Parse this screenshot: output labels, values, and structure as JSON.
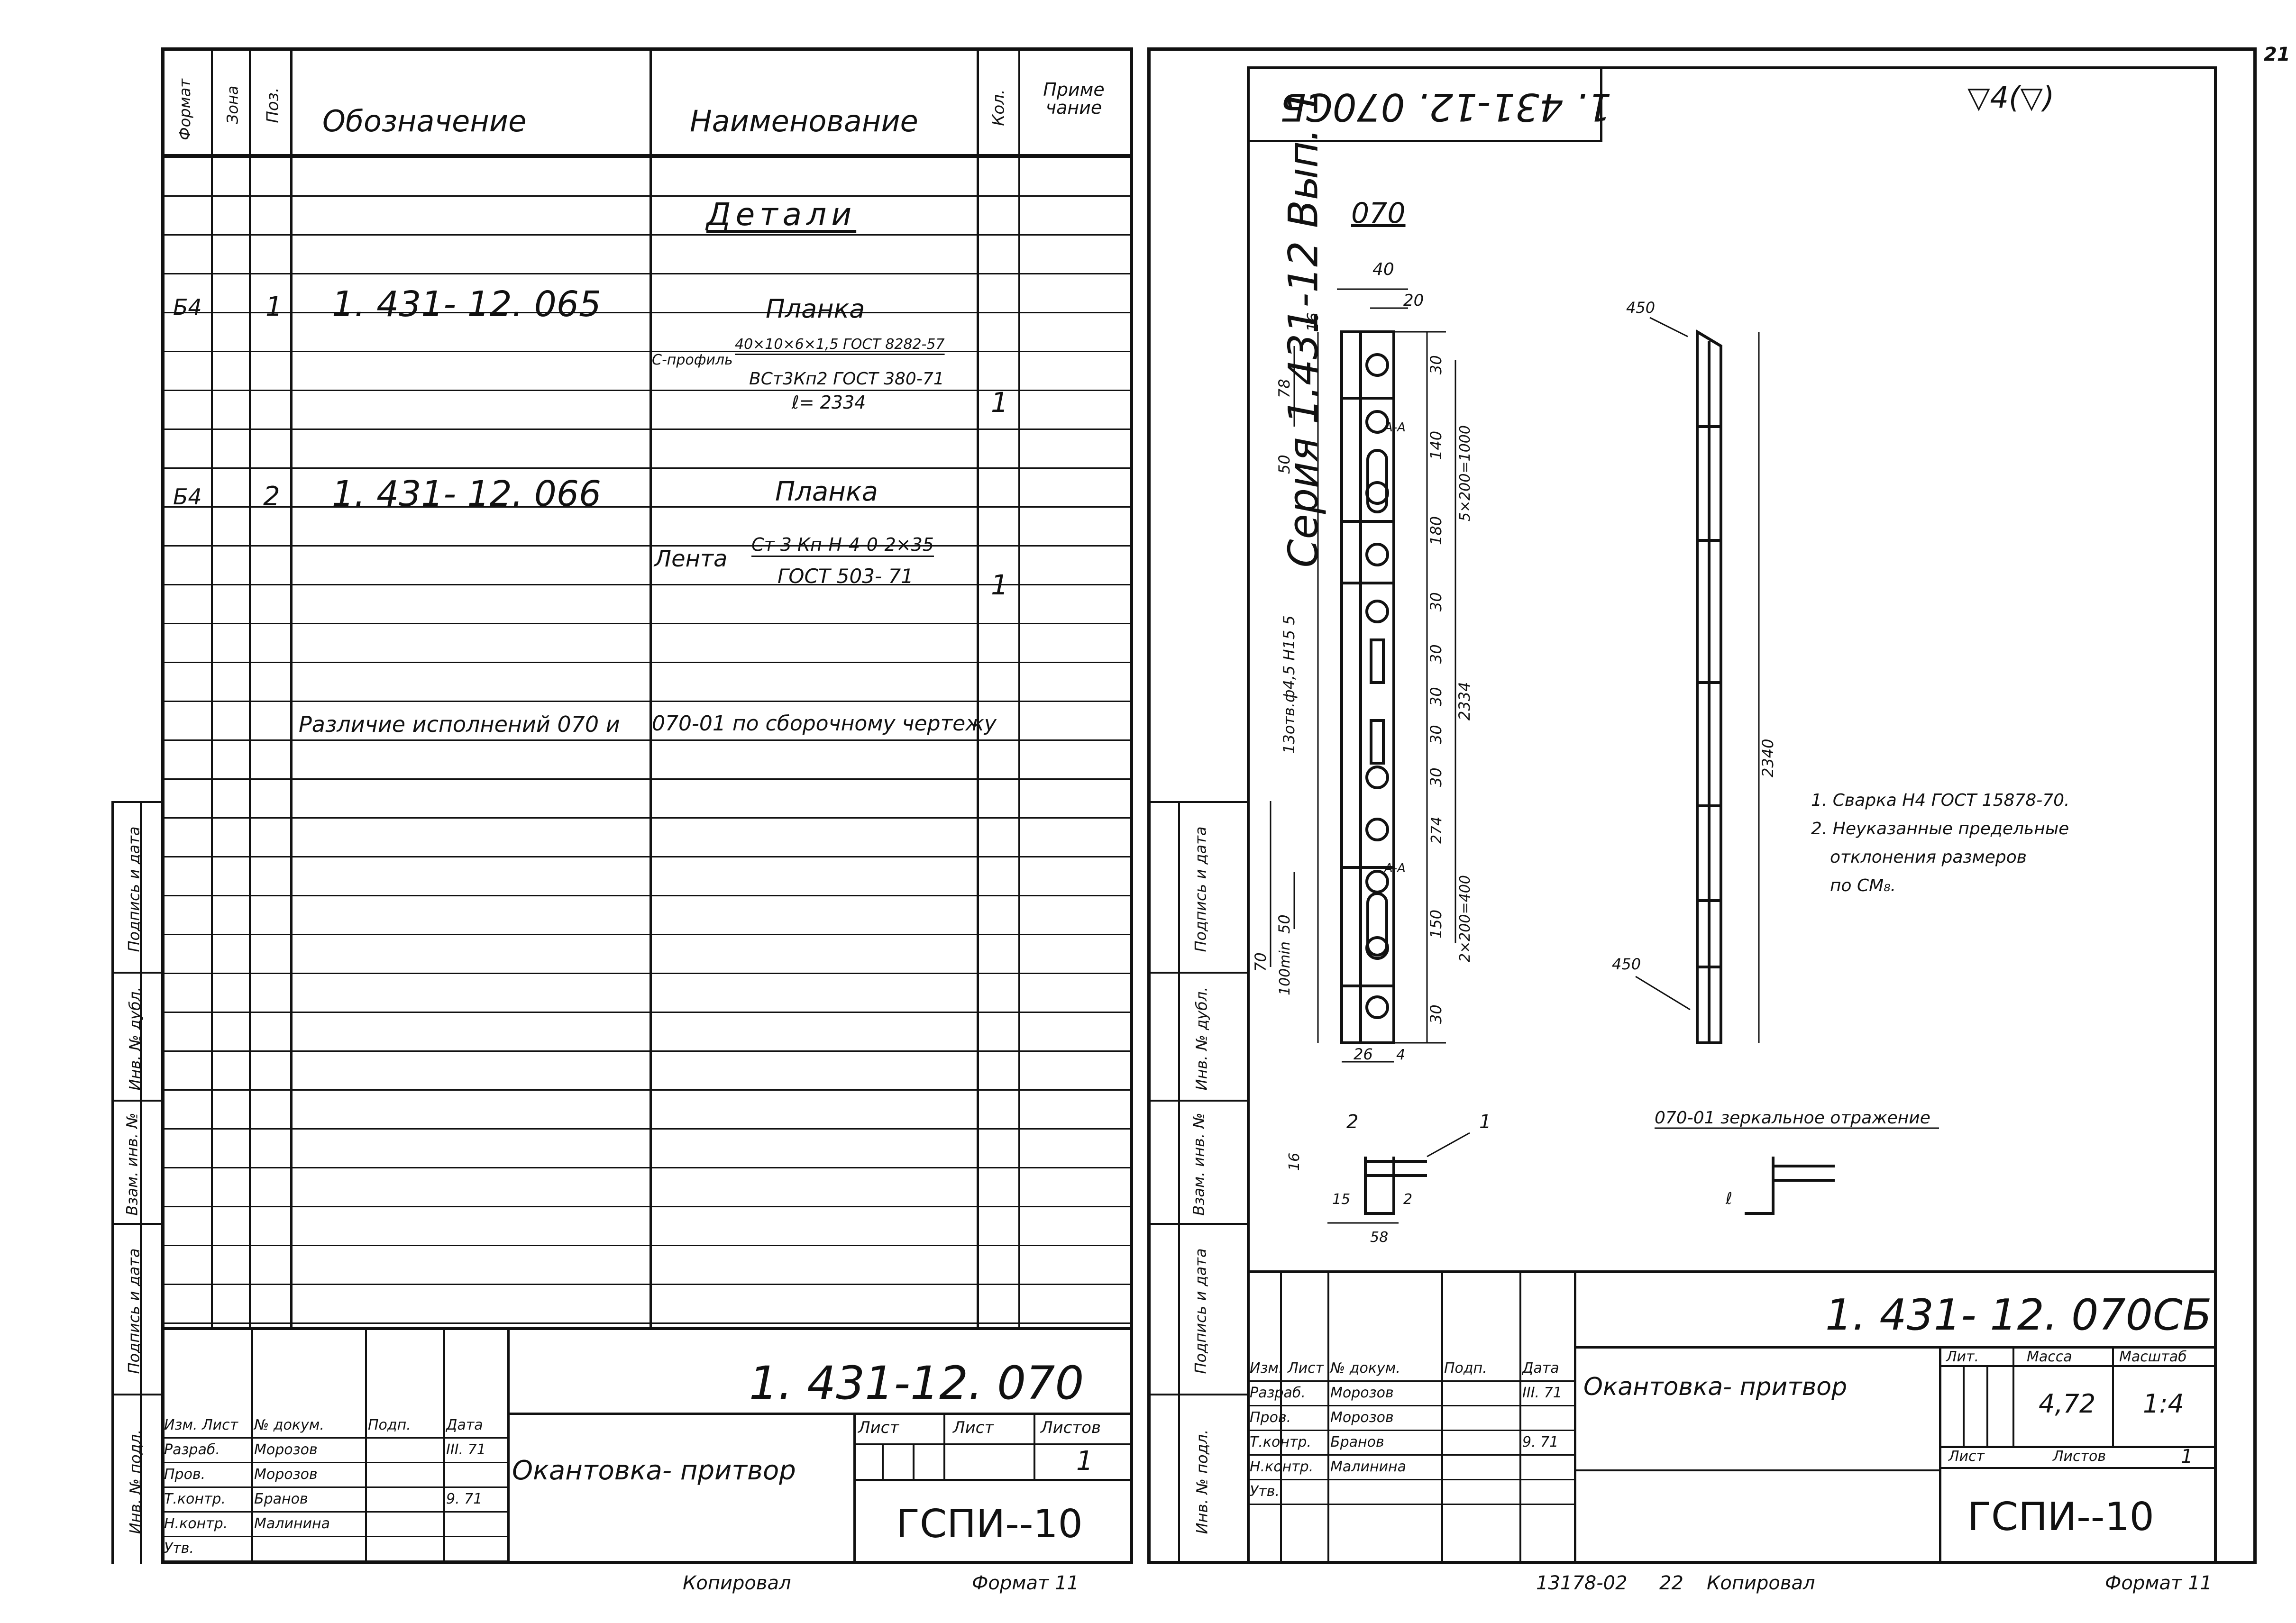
{
  "page_number": "21",
  "left": {
    "headers": {
      "format": "Формат",
      "zone": "Зона",
      "pos": "Поз.",
      "designation": "Обозначение",
      "name": "Наименование",
      "qty": "Кол.",
      "note": "Приме чание"
    },
    "section": "Детали",
    "rows": [
      {
        "format": "Б4",
        "pos": "1",
        "designation": "1. 431- 12. 065",
        "name": "Планка",
        "material_label": "С-профиль",
        "material_top": "40×10×6×1,5 ГОСТ 8282-57",
        "material_bottom": "ВСт3Кп2 ГОСТ 380-71",
        "length": "ℓ= 2334",
        "qty": "1"
      },
      {
        "format": "Б4",
        "pos": "2",
        "designation": "1. 431- 12. 066",
        "name": "Планка",
        "material_label": "Лента",
        "material_top": "Ст 3 Кп-Н-4-0-2×35",
        "material_bottom": "ГОСТ 503- 71",
        "qty": "1"
      }
    ],
    "note_left": "Различие исполнений 070 и",
    "note_right": "070-01 по сборочному чертежу",
    "side_stamps": [
      "Подпись и дата",
      "Взам. инв. №",
      "Инв. № дубл.",
      "Подпись и дата",
      "Инв. № подл."
    ],
    "title_block": {
      "doc_number": "1. 431-12. 070",
      "title": "Окантовка- притвор",
      "org": "ГСПИ--10",
      "lit_label": "Лист",
      "sheet_label": "Лист",
      "sheets_label": "Листов",
      "sheets_value": "1",
      "staff": [
        [
          "Изм. Лист",
          "№ докум.",
          "Подп.",
          "Дата"
        ],
        [
          "Разраб.",
          "Морозов",
          "",
          "III. 71"
        ],
        [
          "Пров.",
          "Морозов",
          "",
          ""
        ],
        [
          "Т.контр.",
          "Бранов",
          "",
          "9. 71"
        ],
        [
          "Н.контр.",
          "Малинина",
          "",
          ""
        ],
        [
          "Утв.",
          "",
          "",
          ""
        ]
      ],
      "copied": "Копировал",
      "format": "Формат 11"
    }
  },
  "right": {
    "rotated_number": "1. 431-12. 070СБ",
    "roughness": "▽4(▽)",
    "series": "Серия 1.431-12 Вып. 1",
    "view_label": "070",
    "dims": {
      "top_width": "40",
      "top_offset": "20",
      "d16": "16",
      "d78": "78",
      "d50a": "50",
      "d30a": "30",
      "d140": "140",
      "d1000": "5×200=1000",
      "d180": "180",
      "d30b": "30",
      "d30c": "30",
      "d30d": "30",
      "d30e": "30",
      "d30f": "30",
      "d2334": "2334",
      "holes": "13отв.ф4,5 Н15 5",
      "d274": "274",
      "d400": "2×200=400",
      "d150": "150",
      "d30g": "30",
      "d50b": "50",
      "d70": "70",
      "d100": "100min",
      "d26": "26",
      "d4": "4",
      "chamfer1": "450",
      "chamfer2": "450",
      "d2340": "2340",
      "s2": "2",
      "s1": "1",
      "d16b": "16",
      "d15": "15",
      "d58": "58",
      "d2": "2",
      "e": "ℓ",
      "aa1": "А-А",
      "aa2": "А-А"
    },
    "mirror_label": "070-01 зеркальное отражение",
    "notes": [
      "1. Сварка Н4 ГОСТ 15878-70.",
      "2. Неуказанные предельные",
      "отклонения размеров",
      "по СМ₈."
    ],
    "side_stamps": [
      "Подпись и дата",
      "Взам. инв. №",
      "Инв. № дубл.",
      "Подпись и дата",
      "Инв. № подл."
    ],
    "title_block": {
      "doc_number": "1. 431- 12. 070СБ",
      "title": "Окантовка- притвор",
      "org": "ГСПИ--10",
      "lit_label": "Лит.",
      "mass_label": "Масса",
      "scale_label": "Масштаб",
      "mass": "4,72",
      "scale": "1:4",
      "sheet_label": "Лист",
      "sheets_label": "Листов",
      "sheets_value": "1",
      "staff": [
        [
          "Изм. Лист",
          "№ докум.",
          "Подп.",
          "Дата"
        ],
        [
          "Разраб.",
          "Морозов",
          "",
          "III. 71"
        ],
        [
          "Пров.",
          "Морозов",
          "",
          ""
        ],
        [
          "Т.контр.",
          "Бранов",
          "",
          "9. 71"
        ],
        [
          "Н.контр.",
          "Малинина",
          "",
          ""
        ],
        [
          "Утв.",
          "",
          "",
          ""
        ]
      ],
      "bottom_text": "13178-02",
      "bottom_num": "22",
      "copied": "Копировал",
      "format": "Формат 11"
    }
  }
}
